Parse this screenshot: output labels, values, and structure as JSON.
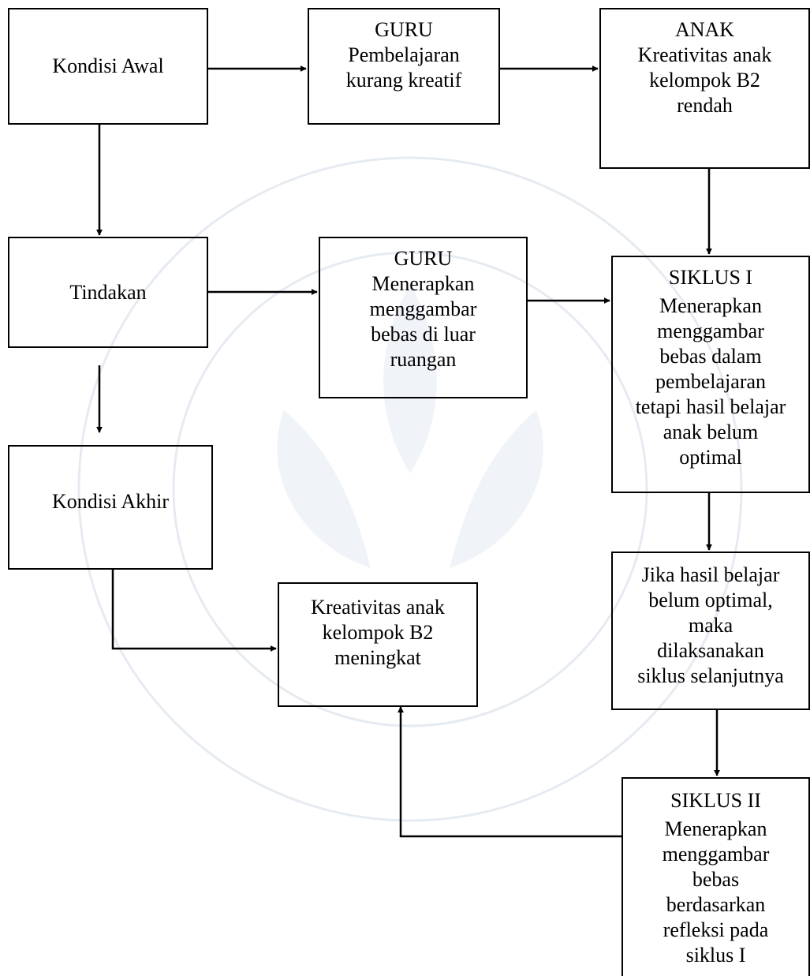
{
  "nodes": {
    "kondisi_awal": {
      "lines": [
        "Kondisi Awal"
      ]
    },
    "guru_1": {
      "lines": [
        "GURU",
        "Pembelajaran",
        "kurang kreatif"
      ]
    },
    "anak": {
      "lines": [
        "ANAK",
        "Kreativitas anak",
        "kelompok B2",
        "rendah"
      ]
    },
    "tindakan": {
      "lines": [
        "Tindakan"
      ]
    },
    "guru_2": {
      "lines": [
        "GURU",
        "Menerapkan",
        "menggambar",
        "bebas di luar",
        "ruangan"
      ]
    },
    "siklus_1": {
      "lines": [
        "SIKLUS I",
        "Menerapkan",
        "menggambar",
        "bebas dalam",
        "pembelajaran",
        "tetapi hasil belajar",
        "anak belum",
        "optimal"
      ]
    },
    "kondisi_akhir": {
      "lines": [
        "Kondisi Akhir"
      ]
    },
    "hasil": {
      "lines": [
        "Kreativitas anak",
        "kelompok B2",
        "meningkat"
      ]
    },
    "jika": {
      "lines": [
        "Jika hasil belajar",
        "belum optimal,",
        "maka",
        "dilaksanakan",
        "siklus selanjutnya"
      ]
    },
    "siklus_2": {
      "lines": [
        "SIKLUS II",
        "Menerapkan",
        "menggambar",
        "bebas",
        "berdasarkan",
        "refleksi pada",
        "siklus I"
      ]
    }
  },
  "colors": {
    "stroke": "#000000",
    "background": "#ffffff",
    "watermark": "#e9eef5"
  }
}
